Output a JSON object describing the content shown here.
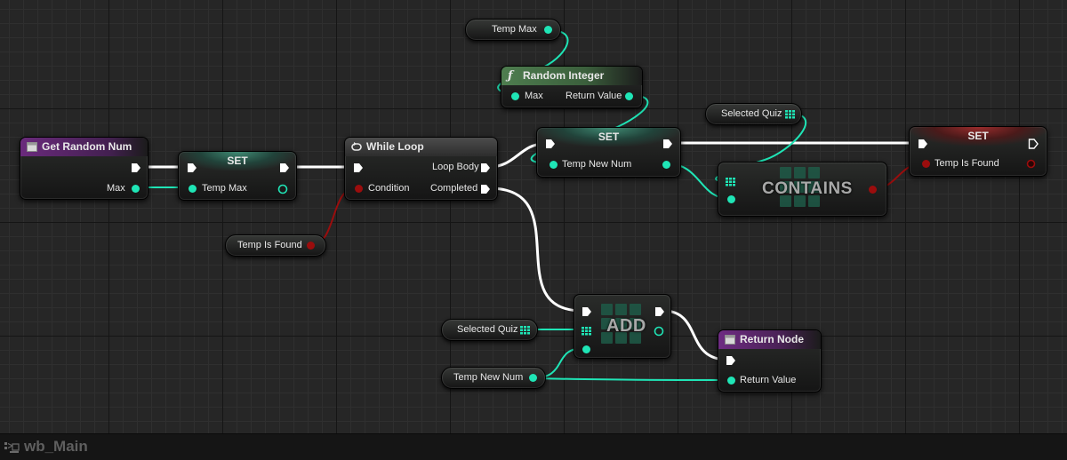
{
  "window": {
    "title": "wb_Main",
    "graph_icon": "function-graph-icon"
  },
  "colors": {
    "exec": "#ffffff",
    "integer": "#1fe5b6",
    "boolean": "#9b0d0d",
    "header_function": "#6e2c82",
    "header_pure": "#4e7d4f",
    "header_set": "#3f8a73",
    "header_set_bool": "#9a2c2c"
  },
  "nodes": {
    "get_random_num": {
      "title": "Get Random Num",
      "icon": "function-entry-icon",
      "out_max": "Max"
    },
    "set_temp_max": {
      "title": "SET",
      "in_temp_max": "Temp Max"
    },
    "while_loop": {
      "title": "While Loop",
      "icon": "loop-macro-icon",
      "in_condition": "Condition",
      "out_loop_body": "Loop Body",
      "out_completed": "Completed"
    },
    "temp_is_found_get": {
      "label": "Temp Is Found"
    },
    "temp_max_get": {
      "label": "Temp Max"
    },
    "random_integer": {
      "title": "Random Integer",
      "icon": "function-f-icon",
      "in_max": "Max",
      "out_return": "Return Value"
    },
    "set_temp_new_num": {
      "title": "SET",
      "in_temp_new_num": "Temp New Num"
    },
    "selected_quiz_get_top": {
      "label": "Selected Quiz"
    },
    "contains": {
      "title": "CONTAINS"
    },
    "set_temp_is_found": {
      "title": "SET",
      "in_temp_is_found": "Temp Is Found"
    },
    "add": {
      "title": "ADD"
    },
    "selected_quiz_get_bottom": {
      "label": "Selected Quiz"
    },
    "temp_new_num_get": {
      "label": "Temp New Num"
    },
    "return_node": {
      "title": "Return Node",
      "icon": "function-return-icon",
      "in_return": "Return Value"
    }
  }
}
